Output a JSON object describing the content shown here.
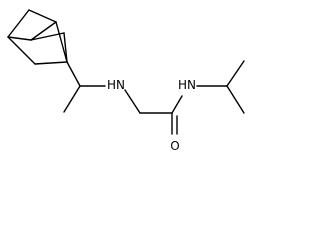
{
  "structure": {
    "atoms": {
      "secondary_amine": "HN",
      "amide_nitrogen": "HN",
      "carbonyl_oxygen": "O"
    },
    "colors": {
      "bond": "#000000",
      "label": "#000000",
      "background": "#ffffff"
    }
  }
}
